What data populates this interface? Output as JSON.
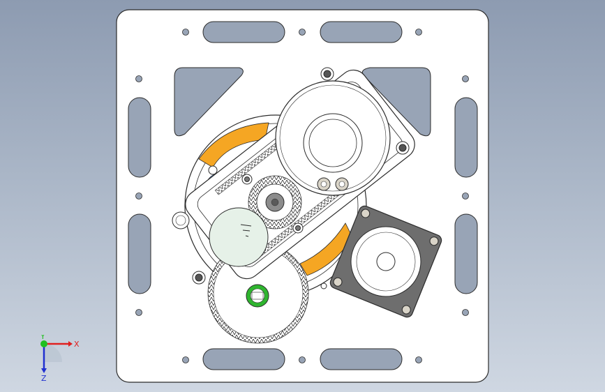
{
  "viewport": {
    "background_top": "#8d9bb1",
    "background_bottom": "#cfd7e2"
  },
  "model": {
    "plate_color": "#ffffff",
    "edge_color": "#2b2b2b",
    "cutout_color": "#98a4b6",
    "accent_orange": "#f5a623",
    "accent_blue": "#3a7bd5",
    "motor_pale_green": "#e6f1e8",
    "bearing_green": "#2fb52f",
    "motor_body_gray": "#6e6e6e"
  },
  "triad": {
    "x_label": "X",
    "y_label": "Y",
    "z_label": "Z",
    "x_color": "#e02020",
    "y_color": "#20c020",
    "z_color": "#2030d0"
  }
}
